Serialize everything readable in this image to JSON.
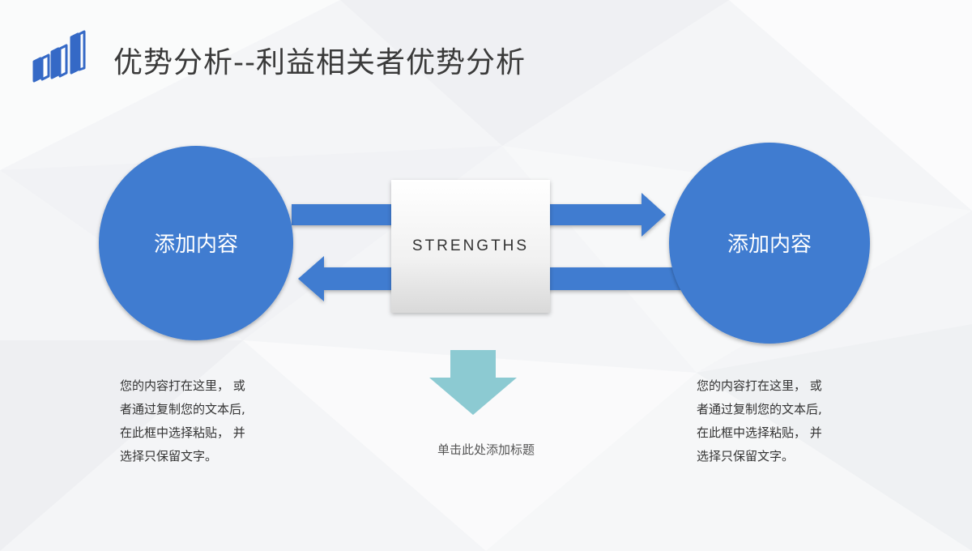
{
  "header": {
    "title": "优势分析--利益相关者优势分析",
    "logo_icon": "bar-chart-logo-icon"
  },
  "diagram": {
    "left_node": {
      "label": "添加内容"
    },
    "right_node": {
      "label": "添加内容"
    },
    "center_box": {
      "label": "STRENGTHS"
    },
    "down_arrow_icon": "arrow-down-icon",
    "caption": "单击此处添加标题"
  },
  "left_text": {
    "lines": [
      "您的内容打在这里， 或",
      "者通过复制您的文本后,",
      "在此框中选择粘贴， 并",
      "选择只保留文字。"
    ]
  },
  "right_text": {
    "lines": [
      "您的内容打在这里， 或",
      "者通过复制您的文本后,",
      "在此框中选择粘贴， 并",
      "选择只保留文字。"
    ]
  },
  "colors": {
    "primary_blue": "#3f7bd0",
    "arrow_down_teal": "#8ccad2",
    "logo_blue": "#3569c6"
  }
}
